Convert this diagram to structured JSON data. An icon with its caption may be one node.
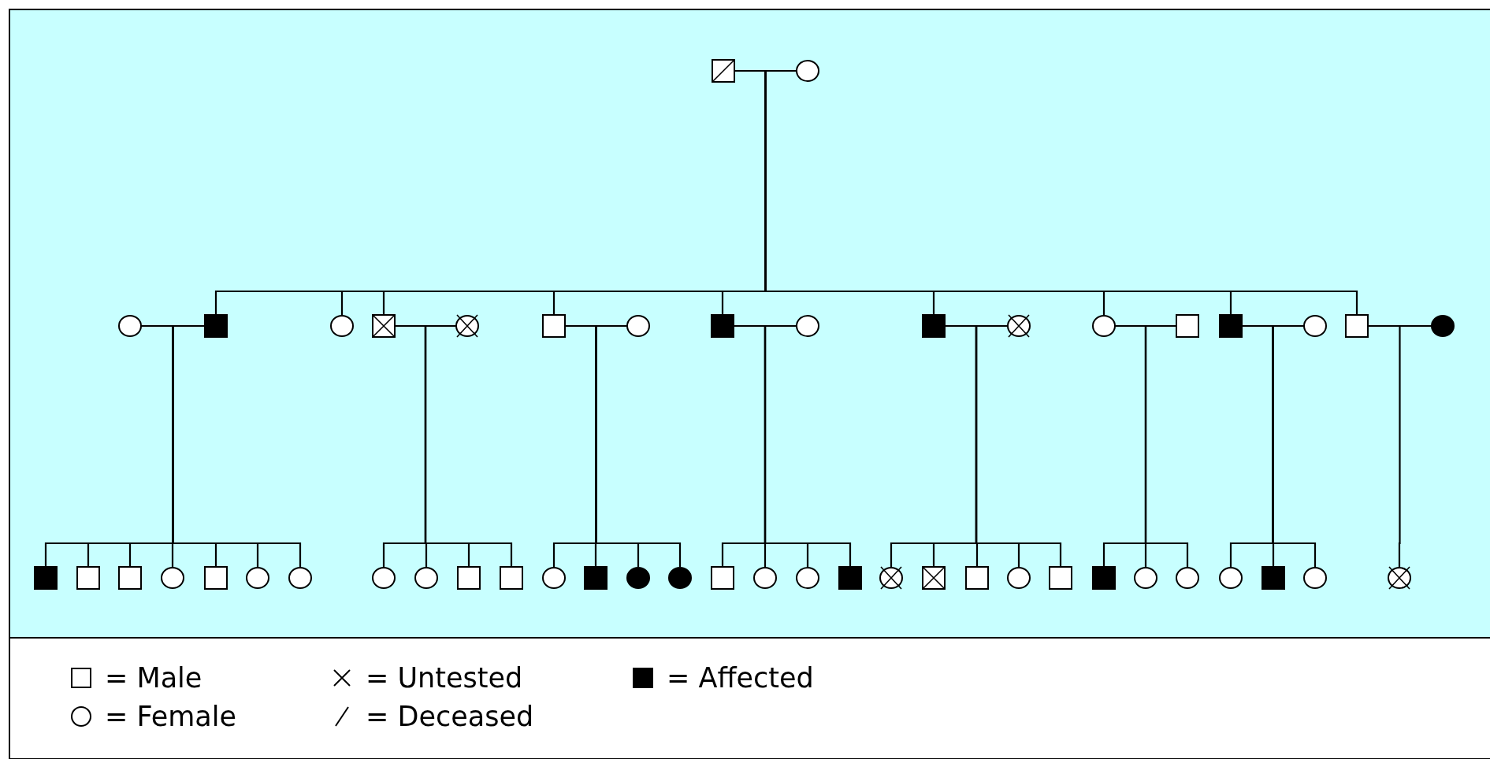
{
  "diagram": {
    "nodes": [
      {
        "text": [],
        "shape": "box"
      },
      {
        "text": [],
        "shape": "circle"
      },
      {
        "text": [],
        "shape": "circle"
      },
      {
        "text": [],
        "shape": "box"
      },
      {
        "text": [],
        "shape": "circle"
      },
      {
        "text": [],
        "shape": "box"
      },
      {
        "text": [],
        "shape": "circle"
      },
      {
        "text": [],
        "shape": "box"
      },
      {
        "text": [],
        "shape": "circle"
      },
      {
        "text": [],
        "shape": "box"
      },
      {
        "text": [],
        "shape": "circle"
      },
      {
        "text": [],
        "shape": "box"
      },
      {
        "text": [],
        "shape": "circle"
      },
      {
        "text": [],
        "shape": "circle"
      },
      {
        "text": [],
        "shape": "box"
      },
      {
        "text": [],
        "shape": "box"
      },
      {
        "text": [],
        "shape": "circle"
      },
      {
        "text": [],
        "shape": "box"
      },
      {
        "text": [],
        "shape": "circle"
      },
      {
        "text": [],
        "shape": "box"
      },
      {
        "text": [],
        "shape": "box"
      },
      {
        "text": [],
        "shape": "box"
      },
      {
        "text": [],
        "shape": "circle"
      },
      {
        "text": [],
        "shape": "box"
      },
      {
        "text": [],
        "shape": "circle"
      },
      {
        "text": [],
        "shape": "circle"
      },
      {
        "text": [],
        "shape": "circle"
      },
      {
        "text": [],
        "shape": "circle"
      },
      {
        "text": [],
        "shape": "box"
      },
      {
        "text": [],
        "shape": "box"
      },
      {
        "text": [],
        "shape": "circle"
      },
      {
        "text": [],
        "shape": "box"
      },
      {
        "text": [],
        "shape": "circle"
      },
      {
        "text": [],
        "shape": "circle"
      },
      {
        "text": [],
        "shape": "box"
      },
      {
        "text": [],
        "shape": "circle"
      },
      {
        "text": [],
        "shape": "circle"
      },
      {
        "text": [],
        "shape": "box"
      },
      {
        "text": [],
        "shape": "circle"
      },
      {
        "text": [],
        "shape": "box"
      },
      {
        "text": [],
        "shape": "box"
      },
      {
        "text": [],
        "shape": "circle"
      },
      {
        "text": [],
        "shape": "box"
      },
      {
        "text": [],
        "shape": "box"
      },
      {
        "text": [],
        "shape": "circle"
      },
      {
        "text": [],
        "shape": "circle"
      },
      {
        "text": [],
        "shape": "circle"
      },
      {
        "text": [],
        "shape": "box"
      },
      {
        "text": [],
        "shape": "circle"
      },
      {
        "text": [],
        "shape": "circle"
      }
    ],
    "edges": [
      {
        "from": 0,
        "to": 1,
        "arrow": "none"
      },
      {
        "from": 0,
        "to": 3,
        "arrow": "none"
      },
      {
        "from": 0,
        "to": 4,
        "arrow": "none"
      },
      {
        "from": 0,
        "to": 5,
        "arrow": "none"
      },
      {
        "from": 0,
        "to": 7,
        "arrow": "none"
      },
      {
        "from": 0,
        "to": 9,
        "arrow": "none"
      },
      {
        "from": 0,
        "to": 11,
        "arrow": "none"
      },
      {
        "from": 0,
        "to": 13,
        "arrow": "none"
      },
      {
        "from": 0,
        "to": 15,
        "arrow": "none"
      },
      {
        "from": 0,
        "to": 17,
        "arrow": "none"
      },
      {
        "from": 2,
        "to": 3,
        "arrow": "none"
      },
      {
        "from": 5,
        "to": 6,
        "arrow": "none"
      },
      {
        "from": 7,
        "to": 8,
        "arrow": "none"
      },
      {
        "from": 9,
        "to": 10,
        "arrow": "none"
      },
      {
        "from": 11,
        "to": 12,
        "arrow": "none"
      },
      {
        "from": 13,
        "to": 14,
        "arrow": "none"
      },
      {
        "from": 15,
        "to": 16,
        "arrow": "none"
      },
      {
        "from": 17,
        "to": 18,
        "arrow": "none"
      },
      {
        "from": 2,
        "to": 19,
        "arrow": "none"
      },
      {
        "from": 2,
        "to": 20,
        "arrow": "none"
      },
      {
        "from": 2,
        "to": 21,
        "arrow": "none"
      },
      {
        "from": 2,
        "to": 22,
        "arrow": "none"
      },
      {
        "from": 2,
        "to": 23,
        "arrow": "none"
      },
      {
        "from": 2,
        "to": 24,
        "arrow": "none"
      },
      {
        "from": 2,
        "to": 25,
        "arrow": "none"
      },
      {
        "from": 5,
        "to": 26,
        "arrow": "none"
      },
      {
        "from": 5,
        "to": 27,
        "arrow": "none"
      },
      {
        "from": 5,
        "to": 28,
        "arrow": "none"
      },
      {
        "from": 5,
        "to": 29,
        "arrow": "none"
      },
      {
        "from": 7,
        "to": 30,
        "arrow": "none"
      },
      {
        "from": 7,
        "to": 31,
        "arrow": "none"
      },
      {
        "from": 7,
        "to": 32,
        "arrow": "none"
      },
      {
        "from": 7,
        "to": 33,
        "arrow": "none"
      },
      {
        "from": 9,
        "to": 34,
        "arrow": "none"
      },
      {
        "from": 9,
        "to": 35,
        "arrow": "none"
      },
      {
        "from": 9,
        "to": 36,
        "arrow": "none"
      },
      {
        "from": 9,
        "to": 37,
        "arrow": "none"
      },
      {
        "from": 11,
        "to": 38,
        "arrow": "none"
      },
      {
        "from": 11,
        "to": 39,
        "arrow": "none"
      },
      {
        "from": 11,
        "to": 40,
        "arrow": "none"
      },
      {
        "from": 11,
        "to": 41,
        "arrow": "none"
      },
      {
        "from": 11,
        "to": 42,
        "arrow": "none"
      },
      {
        "from": 13,
        "to": 43,
        "arrow": "none"
      },
      {
        "from": 13,
        "to": 44,
        "arrow": "none"
      },
      {
        "from": 13,
        "to": 45,
        "arrow": "none"
      },
      {
        "from": 15,
        "to": 46,
        "arrow": "none"
      },
      {
        "from": 15,
        "to": 47,
        "arrow": "none"
      },
      {
        "from": 15,
        "to": 48,
        "arrow": "none"
      },
      {
        "from": 17,
        "to": 49,
        "arrow": "none"
      }
    ],
    "legend": [
      {
        "text": "= Male"
      },
      {
        "text": "= Untested"
      },
      {
        "text": "= Affected"
      },
      {
        "text": "= Female"
      },
      {
        "text": "= Deceased"
      }
    ]
  }
}
